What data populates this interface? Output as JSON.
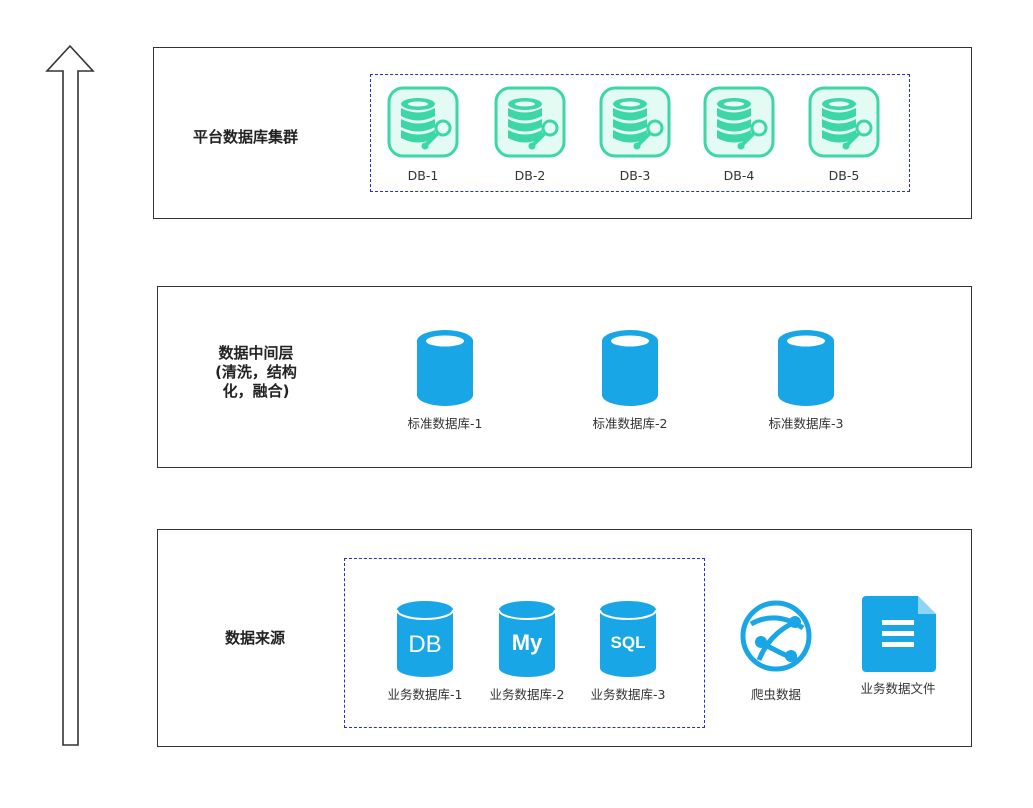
{
  "colors": {
    "border": "#333333",
    "dashed": "#2b2bd6",
    "green_fill": "#3dd6a6",
    "green_light": "#e3fbf2",
    "blue_fill": "#19a6e6"
  },
  "arrow": {
    "icon": "up-arrow-icon"
  },
  "layers": {
    "platform": {
      "title": "平台数据库集群",
      "items": [
        {
          "label": "DB-1",
          "icon": "database-wrench-icon"
        },
        {
          "label": "DB-2",
          "icon": "database-wrench-icon"
        },
        {
          "label": "DB-3",
          "icon": "database-wrench-icon"
        },
        {
          "label": "DB-4",
          "icon": "database-wrench-icon"
        },
        {
          "label": "DB-5",
          "icon": "database-wrench-icon"
        }
      ]
    },
    "middle": {
      "title": "数据中间层\n(清洗，结构\n化，融合)",
      "items": [
        {
          "label": "标准数据库-1",
          "icon": "database-cylinder-icon"
        },
        {
          "label": "标准数据库-2",
          "icon": "database-cylinder-icon"
        },
        {
          "label": "标准数据库-3",
          "icon": "database-cylinder-icon"
        }
      ]
    },
    "source": {
      "title": "数据来源",
      "items": [
        {
          "label": "业务数据库-1",
          "icon": "db-cylinder-icon",
          "badge": "DB"
        },
        {
          "label": "业务数据库-2",
          "icon": "mysql-cylinder-icon",
          "badge": "My"
        },
        {
          "label": "业务数据库-3",
          "icon": "sql-cylinder-icon",
          "badge": "SQL"
        },
        {
          "label": "爬虫数据",
          "icon": "globe-network-icon"
        },
        {
          "label": "业务数据文件",
          "icon": "document-file-icon"
        }
      ]
    }
  }
}
